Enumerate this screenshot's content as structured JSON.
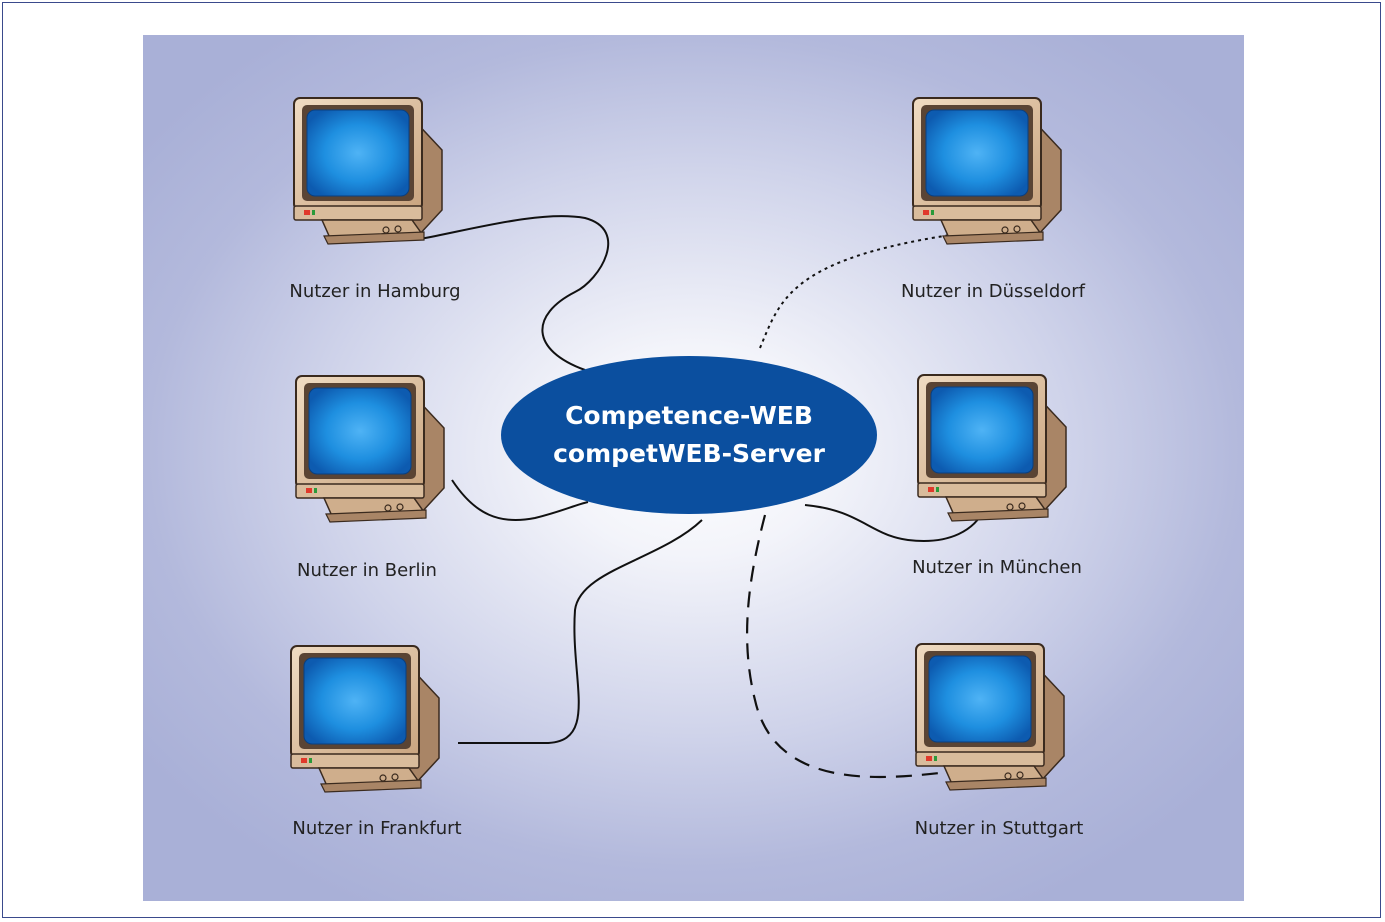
{
  "server": {
    "line1": "Competence-WEB",
    "line2": "competWEB-Server"
  },
  "users": [
    {
      "name": "Hamburg",
      "label": "Nutzer in Hamburg",
      "link": "solid"
    },
    {
      "name": "Berlin",
      "label": "Nutzer in Berlin",
      "link": "solid"
    },
    {
      "name": "Frankfurt",
      "label": "Nutzer in Frankfurt",
      "link": "solid"
    },
    {
      "name": "Düsseldorf",
      "label": "Nutzer in Düsseldorf",
      "link": "dotted"
    },
    {
      "name": "München",
      "label": "Nutzer in München",
      "link": "solid"
    },
    {
      "name": "Stuttgart",
      "label": "Nutzer in Stuttgart",
      "link": "dashed"
    }
  ],
  "colors": {
    "server_fill": "#0b4f9f",
    "background_edge": "#a9b0d7",
    "monitor_case": "#d8b896",
    "screen": "#1e8fe0"
  }
}
